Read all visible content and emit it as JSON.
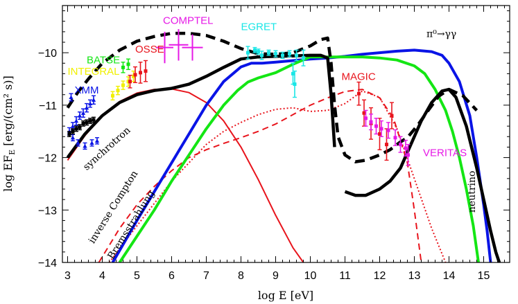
{
  "chart_data": {
    "type": "line",
    "title": "",
    "xlabel": "log E [eV]",
    "ylabel": "log EF",
    "ylabel_sub": "E",
    "ylabel_unit": " [erg/(cm² s)]",
    "xlim": [
      2.85,
      15.75
    ],
    "ylim": [
      -14,
      -9.1
    ],
    "xticks": [
      3,
      4,
      5,
      6,
      7,
      8,
      9,
      10,
      11,
      12,
      13,
      14,
      15
    ],
    "yticks": [
      -14,
      -13,
      -12,
      -11,
      -10
    ],
    "xtick_labels": [
      "3",
      "4",
      "5",
      "6",
      "7",
      "8",
      "9",
      "10",
      "11",
      "12",
      "13",
      "14",
      "15"
    ],
    "ytick_labels": [
      "−14",
      "−13",
      "−12",
      "−11",
      "−10"
    ],
    "grid": false,
    "series": [
      {
        "key": "synchrotron",
        "color": "#e8141c",
        "style": "solid",
        "width": 2,
        "x": [
          3.0,
          3.5,
          4.0,
          4.5,
          5.0,
          5.5,
          6.0,
          6.5,
          7.0,
          7.5,
          8.0,
          8.5,
          9.0,
          9.5,
          9.8
        ],
        "y": [
          -12.05,
          -11.58,
          -11.2,
          -10.93,
          -10.77,
          -10.7,
          -10.69,
          -10.76,
          -10.95,
          -11.3,
          -11.8,
          -12.42,
          -13.1,
          -13.72,
          -14.0
        ]
      },
      {
        "key": "inverse_compton_red",
        "color": "#e8141c",
        "style": "dashed",
        "width": 2,
        "x": [
          3.9,
          4.5,
          5.0,
          5.5,
          6.0,
          6.5,
          7.0,
          7.5,
          8.0,
          8.5,
          9.0,
          9.5,
          10.0,
          10.5,
          11.0,
          11.5,
          12.0,
          12.4,
          12.8,
          13.0,
          13.2
        ],
        "y": [
          -14.0,
          -13.35,
          -12.9,
          -12.55,
          -12.25,
          -12.0,
          -11.85,
          -11.73,
          -11.62,
          -11.5,
          -11.36,
          -11.18,
          -11.0,
          -10.86,
          -10.74,
          -10.7,
          -10.86,
          -11.25,
          -12.1,
          -13.0,
          -14.0
        ]
      },
      {
        "key": "bremsstrahlung_red",
        "color": "#e8141c",
        "style": "dotted",
        "width": 2,
        "x": [
          4.2,
          5.0,
          6.0,
          7.0,
          7.5,
          8.0,
          8.5,
          9.0,
          9.5,
          10.0,
          10.5,
          11.0,
          11.5,
          12.0,
          12.5,
          13.0,
          13.5,
          13.9
        ],
        "y": [
          -14.0,
          -13.3,
          -12.45,
          -11.75,
          -11.5,
          -11.33,
          -11.18,
          -11.08,
          -11.05,
          -11.12,
          -11.1,
          -10.97,
          -10.73,
          -10.85,
          -11.45,
          -12.4,
          -13.35,
          -14.0
        ]
      },
      {
        "key": "pion_decay_blue",
        "color": "#0a14e6",
        "style": "solid",
        "width": 4,
        "x": [
          4.3,
          5.0,
          5.5,
          6.0,
          6.5,
          7.0,
          7.5,
          8.0,
          8.3,
          8.6,
          9.0,
          9.5,
          10.0,
          10.5,
          11.0,
          11.5,
          12.0,
          12.5,
          13.0,
          13.5,
          13.8,
          14.0,
          14.3,
          14.6,
          14.8,
          15.0,
          15.1,
          15.2
        ],
        "y": [
          -14.0,
          -13.2,
          -12.65,
          -12.1,
          -11.55,
          -11.0,
          -10.55,
          -10.27,
          -10.2,
          -10.2,
          -10.18,
          -10.15,
          -10.12,
          -10.1,
          -10.07,
          -10.03,
          -10.0,
          -9.97,
          -9.95,
          -9.98,
          -10.05,
          -10.2,
          -10.55,
          -11.2,
          -12.0,
          -12.9,
          -13.4,
          -14.0
        ]
      },
      {
        "key": "neutrino_green",
        "color": "#14e614",
        "style": "solid",
        "width": 4,
        "x": [
          4.5,
          5.0,
          5.5,
          6.0,
          6.5,
          7.0,
          7.5,
          7.9,
          8.2,
          8.5,
          9.0,
          9.5,
          10.0,
          10.5,
          11.0,
          11.5,
          12.0,
          12.5,
          13.0,
          13.3,
          13.6,
          13.9,
          14.1,
          14.3,
          14.5,
          14.7,
          14.85
        ],
        "y": [
          -14.0,
          -13.5,
          -13.0,
          -12.45,
          -11.95,
          -11.45,
          -11.0,
          -10.72,
          -10.56,
          -10.48,
          -10.38,
          -10.22,
          -10.08,
          -10.08,
          -10.08,
          -10.08,
          -10.1,
          -10.14,
          -10.25,
          -10.4,
          -10.7,
          -11.1,
          -11.5,
          -12.0,
          -12.6,
          -13.3,
          -14.0
        ]
      },
      {
        "key": "total_dashed_black",
        "color": "#000000",
        "style": "dashed",
        "width": 4.5,
        "x": [
          3.0,
          3.3,
          3.6,
          4.0,
          4.5,
          5.0,
          5.5,
          6.0,
          6.5,
          7.0,
          7.5,
          8.0,
          8.5,
          9.0,
          9.5,
          10.0,
          10.3,
          10.5,
          10.6,
          10.7,
          10.8,
          11.0,
          11.3,
          11.6,
          12.0,
          12.3,
          12.6,
          12.8,
          13.1,
          13.4,
          13.7,
          14.0,
          14.4,
          14.8
        ],
        "y": [
          -11.05,
          -10.75,
          -10.5,
          -10.2,
          -9.95,
          -9.78,
          -9.69,
          -9.63,
          -9.63,
          -9.67,
          -9.78,
          -9.92,
          -10.02,
          -10.03,
          -10.0,
          -9.87,
          -9.75,
          -9.72,
          -10.2,
          -11.0,
          -11.6,
          -11.95,
          -12.08,
          -12.05,
          -11.95,
          -11.85,
          -11.7,
          -11.62,
          -11.38,
          -11.1,
          -10.83,
          -10.7,
          -10.82,
          -11.1
        ]
      },
      {
        "key": "total_solid_black",
        "color": "#000000",
        "style": "solid",
        "width": 4.5,
        "x": [
          3.0,
          3.5,
          4.0,
          4.5,
          5.0,
          5.5,
          6.0,
          6.5,
          7.0,
          7.5,
          8.0,
          8.5,
          9.0,
          9.5,
          10.0,
          10.3,
          10.5,
          10.6,
          10.7
        ],
        "y": [
          -12.0,
          -11.55,
          -11.2,
          -10.95,
          -10.8,
          -10.72,
          -10.68,
          -10.6,
          -10.45,
          -10.28,
          -10.12,
          -10.08,
          -10.07,
          -10.06,
          -10.05,
          -10.05,
          -10.1,
          -10.8,
          -11.8
        ]
      },
      {
        "key": "total_solid_black_he",
        "color": "#000000",
        "style": "solid",
        "width": 4.5,
        "x": [
          11.0,
          11.3,
          11.6,
          12.0,
          12.3,
          12.6,
          12.9,
          13.2,
          13.5,
          13.8,
          14.0,
          14.2,
          14.5,
          14.8,
          15.0,
          15.2,
          15.35,
          15.45
        ],
        "y": [
          -12.65,
          -12.72,
          -12.72,
          -12.6,
          -12.45,
          -12.2,
          -11.75,
          -11.3,
          -10.95,
          -10.73,
          -10.7,
          -10.85,
          -11.4,
          -12.2,
          -12.8,
          -13.4,
          -13.8,
          -14.0
        ]
      }
    ],
    "data_sets": [
      {
        "key": "XMM",
        "color": "#0a14e6",
        "marker": "triangle",
        "points": [
          [
            3.05,
            -11.5,
            0.07
          ],
          [
            3.15,
            -11.4,
            0.07
          ],
          [
            3.25,
            -11.3,
            0.08
          ],
          [
            3.35,
            -11.2,
            0.07
          ],
          [
            3.45,
            -11.15,
            0.08
          ],
          [
            3.55,
            -11.05,
            0.08
          ],
          [
            3.65,
            -10.97,
            0.07
          ],
          [
            3.75,
            -10.9,
            0.08
          ],
          [
            3.15,
            -11.62,
            0.06
          ],
          [
            3.3,
            -11.72,
            0.06
          ],
          [
            3.5,
            -11.78,
            0.06
          ],
          [
            3.7,
            -11.72,
            0.06
          ],
          [
            3.85,
            -11.68,
            0.06
          ],
          [
            3.1,
            -10.85,
            0.07
          ]
        ]
      },
      {
        "key": "INTEGRAL_black",
        "color": "#000000",
        "marker": "square",
        "points": [
          [
            3.05,
            -11.55,
            0.05
          ],
          [
            3.15,
            -11.5,
            0.05
          ],
          [
            3.25,
            -11.45,
            0.05
          ],
          [
            3.35,
            -11.42,
            0.05
          ],
          [
            3.45,
            -11.35,
            0.05
          ],
          [
            3.55,
            -11.33,
            0.05
          ],
          [
            3.65,
            -11.3,
            0.05
          ],
          [
            3.75,
            -11.28,
            0.05
          ]
        ]
      },
      {
        "key": "INTEGRAL_yellow",
        "color": "#f0f000",
        "marker": "square",
        "points": [
          [
            4.3,
            -10.82,
            0.08
          ],
          [
            4.45,
            -10.72,
            0.08
          ],
          [
            4.6,
            -10.62,
            0.08
          ],
          [
            4.75,
            -10.55,
            0.09
          ],
          [
            4.9,
            -10.45,
            0.1
          ]
        ]
      },
      {
        "key": "BATSE",
        "color": "#14e614",
        "marker": "square",
        "points": [
          [
            4.6,
            -10.28,
            0.1
          ],
          [
            4.75,
            -10.22,
            0.1
          ]
        ]
      },
      {
        "key": "OSSE",
        "color": "#e8141c",
        "marker": "square",
        "points": [
          [
            4.8,
            -10.55,
            0.12
          ],
          [
            4.95,
            -10.42,
            0.15
          ],
          [
            5.1,
            -10.38,
            0.2
          ],
          [
            5.25,
            -10.35,
            0.2
          ]
        ]
      },
      {
        "key": "COMPTEL",
        "color": "#e619e6",
        "marker": "cross",
        "points": [
          [
            5.8,
            -9.9,
            0.3,
            0.25
          ],
          [
            6.6,
            -9.9,
            0.25,
            0.3
          ],
          [
            6.2,
            -9.85,
            0.3,
            0.28
          ]
        ]
      },
      {
        "key": "EGRET",
        "color": "#19e6e6",
        "marker": "square",
        "points": [
          [
            8.2,
            -10.0,
            0.12
          ],
          [
            8.4,
            -9.95,
            0.05
          ],
          [
            8.5,
            -9.98,
            0.05
          ],
          [
            8.6,
            -10.05,
            0.08
          ],
          [
            8.8,
            -10.0,
            0.05
          ],
          [
            9.0,
            -10.02,
            0.06
          ],
          [
            9.2,
            -10.05,
            0.06
          ],
          [
            9.4,
            -10.02,
            0.06
          ],
          [
            9.6,
            -10.05,
            0.1
          ],
          [
            9.8,
            -10.1,
            0.15
          ],
          [
            9.5,
            -10.4,
            0.2
          ],
          [
            9.55,
            -10.6,
            0.25
          ]
        ]
      },
      {
        "key": "MAGIC",
        "color": "#e8141c",
        "marker": "square",
        "points": [
          [
            11.4,
            -10.78,
            0.22
          ],
          [
            11.55,
            -11.15,
            0.25
          ],
          [
            11.75,
            -11.35,
            0.3
          ],
          [
            12.0,
            -11.55,
            0.3
          ],
          [
            12.2,
            -11.75,
            0.3
          ],
          [
            12.35,
            -11.2,
            0.25
          ]
        ]
      },
      {
        "key": "VERITAS",
        "color": "#e619e6",
        "marker": "square",
        "points": [
          [
            11.6,
            -11.25,
            0.15
          ],
          [
            11.75,
            -11.32,
            0.15
          ],
          [
            11.9,
            -11.4,
            0.15
          ],
          [
            12.05,
            -11.45,
            0.15
          ],
          [
            12.25,
            -11.48,
            0.15
          ],
          [
            12.45,
            -11.62,
            0.15
          ],
          [
            12.6,
            -11.75,
            0.15
          ],
          [
            12.75,
            -11.82,
            0.15
          ],
          [
            12.82,
            -11.95,
            0.2
          ]
        ]
      }
    ],
    "annotations": [
      {
        "key": "xmm",
        "text": "XMM",
        "color": "#0a14e6",
        "x": 3.2,
        "y": -10.78,
        "class": "anno"
      },
      {
        "key": "integral",
        "text": "INTEGRAL",
        "color": "#f0f000",
        "x": 3.0,
        "y": -10.42,
        "class": "anno"
      },
      {
        "key": "batse",
        "text": "BATSE",
        "color": "#14e614",
        "x": 3.55,
        "y": -10.2,
        "class": "anno"
      },
      {
        "key": "osse",
        "text": "OSSE",
        "color": "#e8141c",
        "x": 4.95,
        "y": -10.0,
        "class": "anno"
      },
      {
        "key": "comptel",
        "text": "COMPTEL",
        "color": "#e619e6",
        "x": 5.75,
        "y": -9.45,
        "class": "anno"
      },
      {
        "key": "egret",
        "text": "EGRET",
        "color": "#19e6e6",
        "x": 8.0,
        "y": -9.57,
        "class": "anno"
      },
      {
        "key": "magic",
        "text": "MAGIC",
        "color": "#e8141c",
        "x": 10.9,
        "y": -10.52,
        "class": "anno"
      },
      {
        "key": "veritas",
        "text": "VERITAS",
        "color": "#e619e6",
        "x": 13.25,
        "y": -11.97,
        "class": "anno"
      },
      {
        "key": "pion",
        "text": "π⁰→γγ",
        "color": "#0a14e6",
        "x": 13.35,
        "y": -9.7,
        "class": "anno-serif"
      }
    ],
    "rotated_labels": [
      {
        "key": "synchrotron",
        "text": "synchrotron",
        "color": "#000000",
        "x": 3.55,
        "y": -12.25,
        "angle": -42
      },
      {
        "key": "inverse_compton",
        "text": "inverse Compton",
        "color": "#000000",
        "x": 3.75,
        "y": -13.65,
        "angle": -58
      },
      {
        "key": "bremsstrahlung",
        "text": "Bremsstrahlung",
        "color": "#000000",
        "x": 4.3,
        "y": -13.95,
        "angle": -58
      },
      {
        "key": "neutrino",
        "text": "neutrino",
        "color": "#14e614",
        "x": 14.75,
        "y": -13.05,
        "angle": -90
      }
    ]
  }
}
